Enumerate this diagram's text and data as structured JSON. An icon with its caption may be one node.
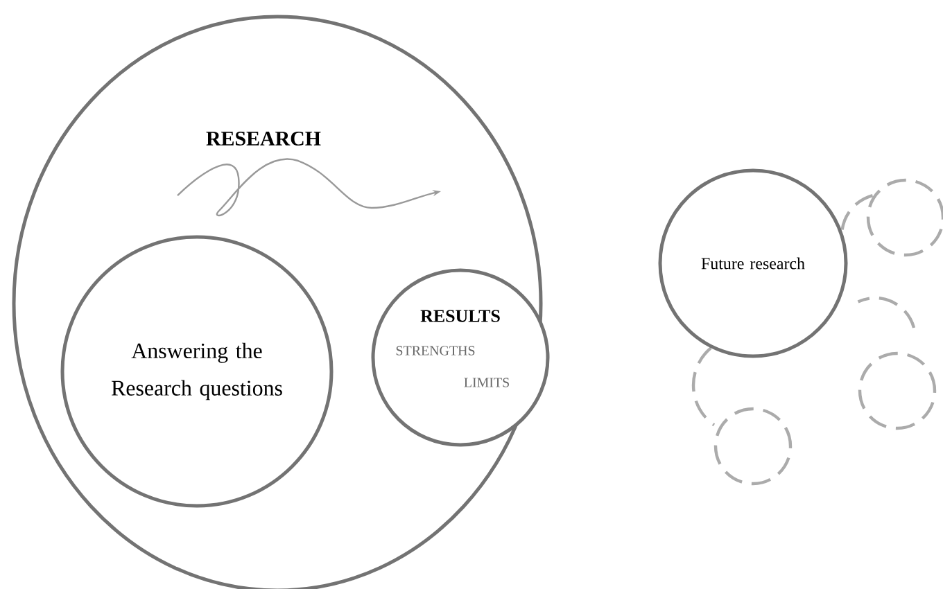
{
  "diagram": {
    "nodes": [
      {
        "text": [
          "RESEARCH"
        ]
      },
      {
        "text": [
          "Answering the Research questions"
        ],
        "in": 0
      },
      {
        "text": [
          "RESULTS",
          "STRENGTHS",
          "LIMITS"
        ],
        "in": 0
      },
      {
        "text": [
          "Future research"
        ]
      },
      {
        "text": [],
        "shape": "circle"
      },
      {
        "text": [],
        "shape": "circle"
      },
      {
        "text": [],
        "shape": "circle"
      },
      {
        "text": [],
        "shape": "circle"
      },
      {
        "text": [],
        "shape": "circle"
      },
      {
        "text": [],
        "shape": "circle"
      }
    ]
  }
}
